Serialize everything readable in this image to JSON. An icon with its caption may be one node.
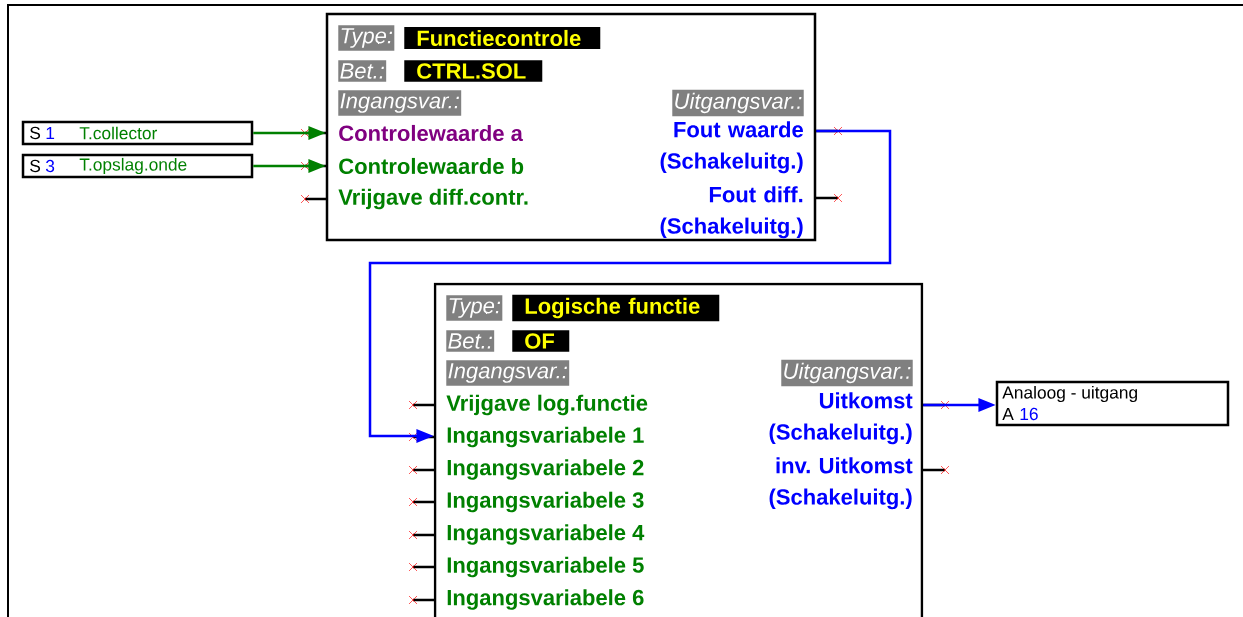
{
  "diagram": {
    "nodes": [
      {
        "text": [
          "S",
          "1",
          "T.collector"
        ]
      },
      {
        "text": [
          "S",
          "3",
          "T.opslag.onde"
        ]
      },
      {
        "text": [
          "Type:",
          "Functiecontrole",
          "Bet.:",
          "CTRL.SOL",
          "Ingangsvar.:",
          "Controlewaarde a",
          "Controlewaarde b",
          "Vrijgave diff.contr.",
          "Uitgangsvar.:",
          "Fout waarde (Schakeluitg.)",
          "Fout diff. (Schakeluitg.)"
        ]
      },
      {
        "text": [
          "Type:",
          "Logische functie",
          "Bet.:",
          "OF",
          "Ingangsvar.:",
          "Vrijgave log.functie",
          "Ingangsvariabele 1",
          "Ingangsvariabele 2",
          "Ingangsvariabele 3",
          "Ingangsvariabele 4",
          "Ingangsvariabele 5",
          "Ingangsvariabele 6",
          "Uitgangsvar.:",
          "Uitkomst (Schakeluitg.)",
          "inv. Uitkomst (Schakeluitg.)"
        ]
      },
      {
        "text": [
          "Analoog - uitgang",
          "A",
          "16"
        ]
      }
    ],
    "edges": [
      {
        "from": 0,
        "to": 2,
        "arrow": "to",
        "color": "#008000"
      },
      {
        "from": 1,
        "to": 2,
        "arrow": "to",
        "color": "#008000"
      },
      {
        "from": 2,
        "to": 3,
        "arrow": "to",
        "color": "#0000ff"
      },
      {
        "from": 3,
        "to": 4,
        "arrow": "to",
        "color": "#0000ff"
      }
    ]
  }
}
